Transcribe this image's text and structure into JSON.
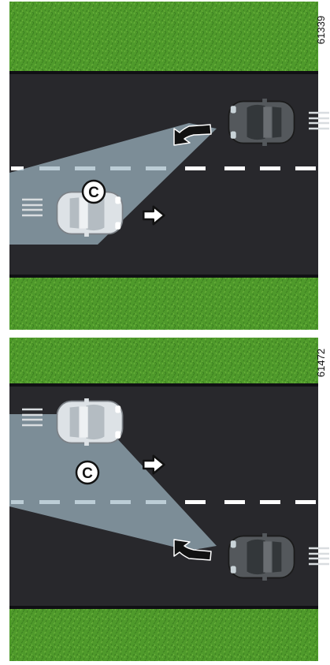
{
  "figures": [
    {
      "id_label": "61339",
      "marker_label": "C"
    },
    {
      "id_label": "61472",
      "marker_label": "C"
    }
  ],
  "colors": {
    "grass": "#4f9a2b",
    "grass_dark": "#3d7f21",
    "road": "#28282c",
    "road_edge": "#101014",
    "lane_marking": "#ffffff",
    "light_beam": "#9fb8c4",
    "approaching_car": "#54585c",
    "own_car": "#dde2e6",
    "arrow": "#111111"
  },
  "icons": {
    "direction_arrow": "arrow-right-icon",
    "beam_indicator": "curved-arrow-icon",
    "car": "car-top-view-icon",
    "marker": "letter-circle-icon"
  }
}
